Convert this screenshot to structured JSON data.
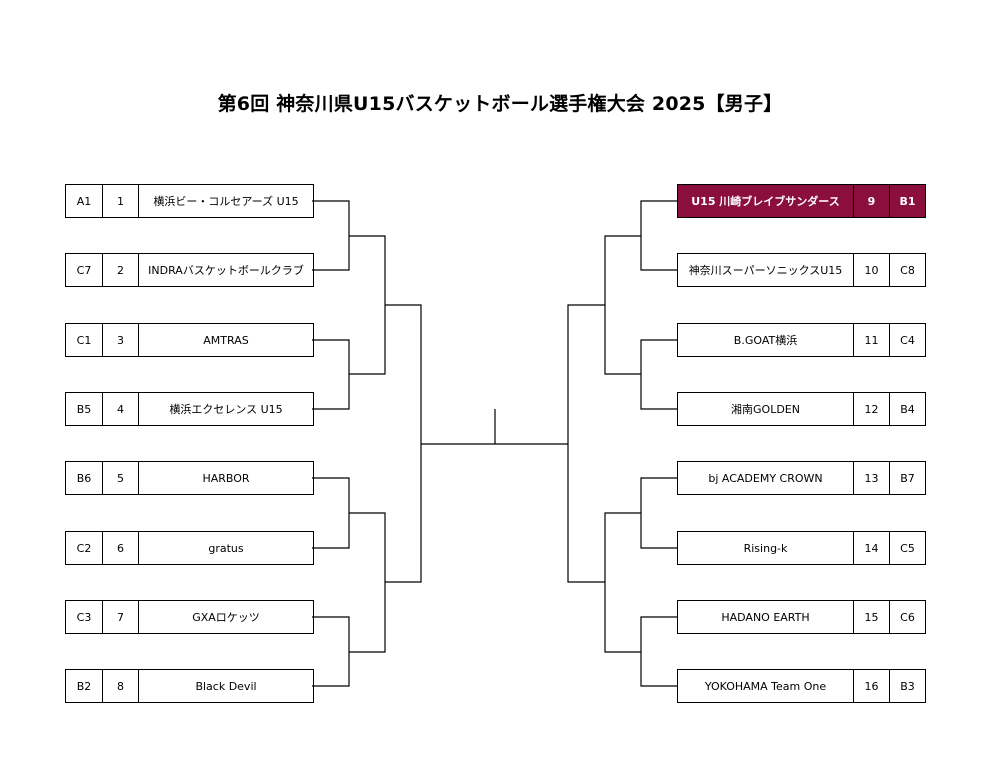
{
  "title": "第6回 神奈川県U15バスケットボール選手権大会 2025【男子】",
  "left": [
    {
      "seed": "A1",
      "num": "1",
      "team": "横浜ビー・コルセアーズ U15"
    },
    {
      "seed": "C7",
      "num": "2",
      "team": "INDRAバスケットボールクラブ"
    },
    {
      "seed": "C1",
      "num": "3",
      "team": "AMTRAS"
    },
    {
      "seed": "B5",
      "num": "4",
      "team": "横浜エクセレンス U15"
    },
    {
      "seed": "B6",
      "num": "5",
      "team": "HARBOR"
    },
    {
      "seed": "C2",
      "num": "6",
      "team": "gratus"
    },
    {
      "seed": "C3",
      "num": "7",
      "team": "GXAロケッツ"
    },
    {
      "seed": "B2",
      "num": "8",
      "team": "Black Devil"
    }
  ],
  "right": [
    {
      "seed": "B1",
      "num": "9",
      "team": "U15 川崎ブレイブサンダース"
    },
    {
      "seed": "C8",
      "num": "10",
      "team": "神奈川スーパーソニックスU15"
    },
    {
      "seed": "C4",
      "num": "11",
      "team": "B.GOAT横浜"
    },
    {
      "seed": "B4",
      "num": "12",
      "team": "湘南GOLDEN"
    },
    {
      "seed": "B7",
      "num": "13",
      "team": "bj ACADEMY CROWN"
    },
    {
      "seed": "C5",
      "num": "14",
      "team": "Rising-k"
    },
    {
      "seed": "C6",
      "num": "15",
      "team": "HADANO EARTH"
    },
    {
      "seed": "B3",
      "num": "16",
      "team": "YOKOHAMA Team One"
    }
  ],
  "highlight_color": "#8b0f3d",
  "highlighted_entry": "right.0"
}
